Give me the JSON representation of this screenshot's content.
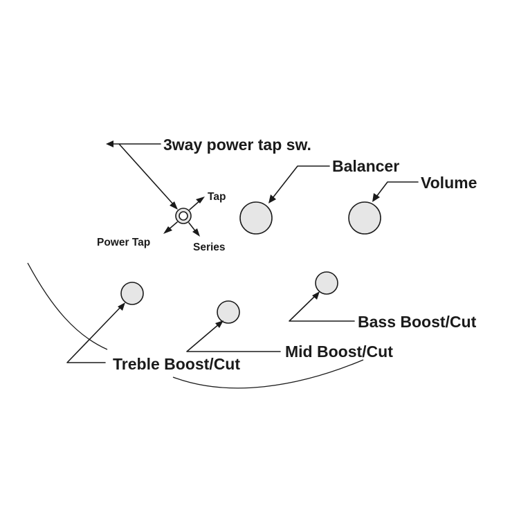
{
  "diagram": {
    "labels": {
      "switch": "3way power tap sw.",
      "balancer": "Balancer",
      "volume": "Volume",
      "tap": "Tap",
      "power_tap": "Power Tap",
      "series": "Series",
      "treble": "Treble Boost/Cut",
      "mid": "Mid Boost/Cut",
      "bass": "Bass Boost/Cut"
    },
    "colors": {
      "line": "#1a1a1a",
      "knob_fill": "#e6e6e6",
      "background": "#ffffff"
    }
  }
}
